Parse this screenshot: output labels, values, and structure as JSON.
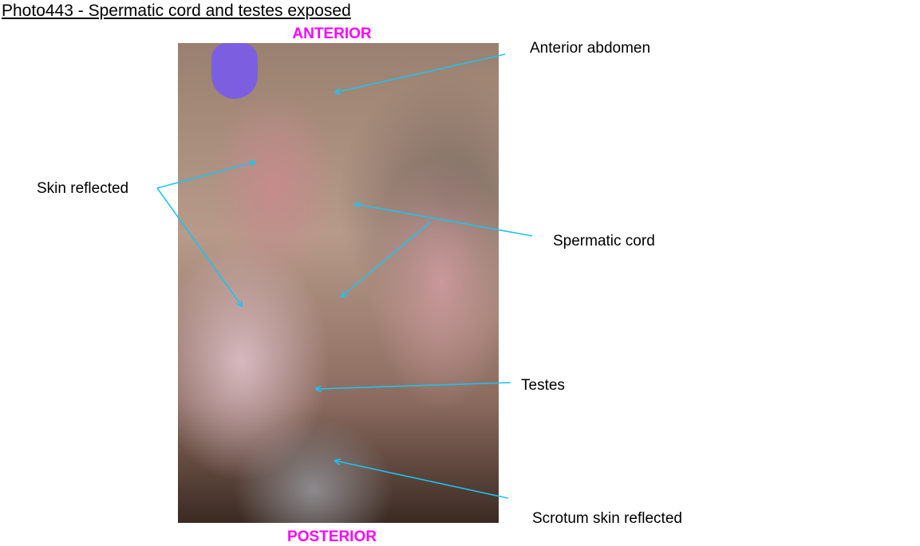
{
  "title": "Photo443 - Spermatic cord and testes exposed",
  "orientation": {
    "top": "ANTERIOR",
    "bottom": "POSTERIOR"
  },
  "labels": {
    "anterior_abdomen": "Anterior abdomen",
    "skin_reflected": "Skin reflected",
    "spermatic_cord": "Spermatic cord",
    "testes": "Testes",
    "scrotum_skin_reflected": "Scrotum skin reflected"
  },
  "colors": {
    "arrow": "#1cc4f0",
    "orientation": "#ff00ff"
  }
}
